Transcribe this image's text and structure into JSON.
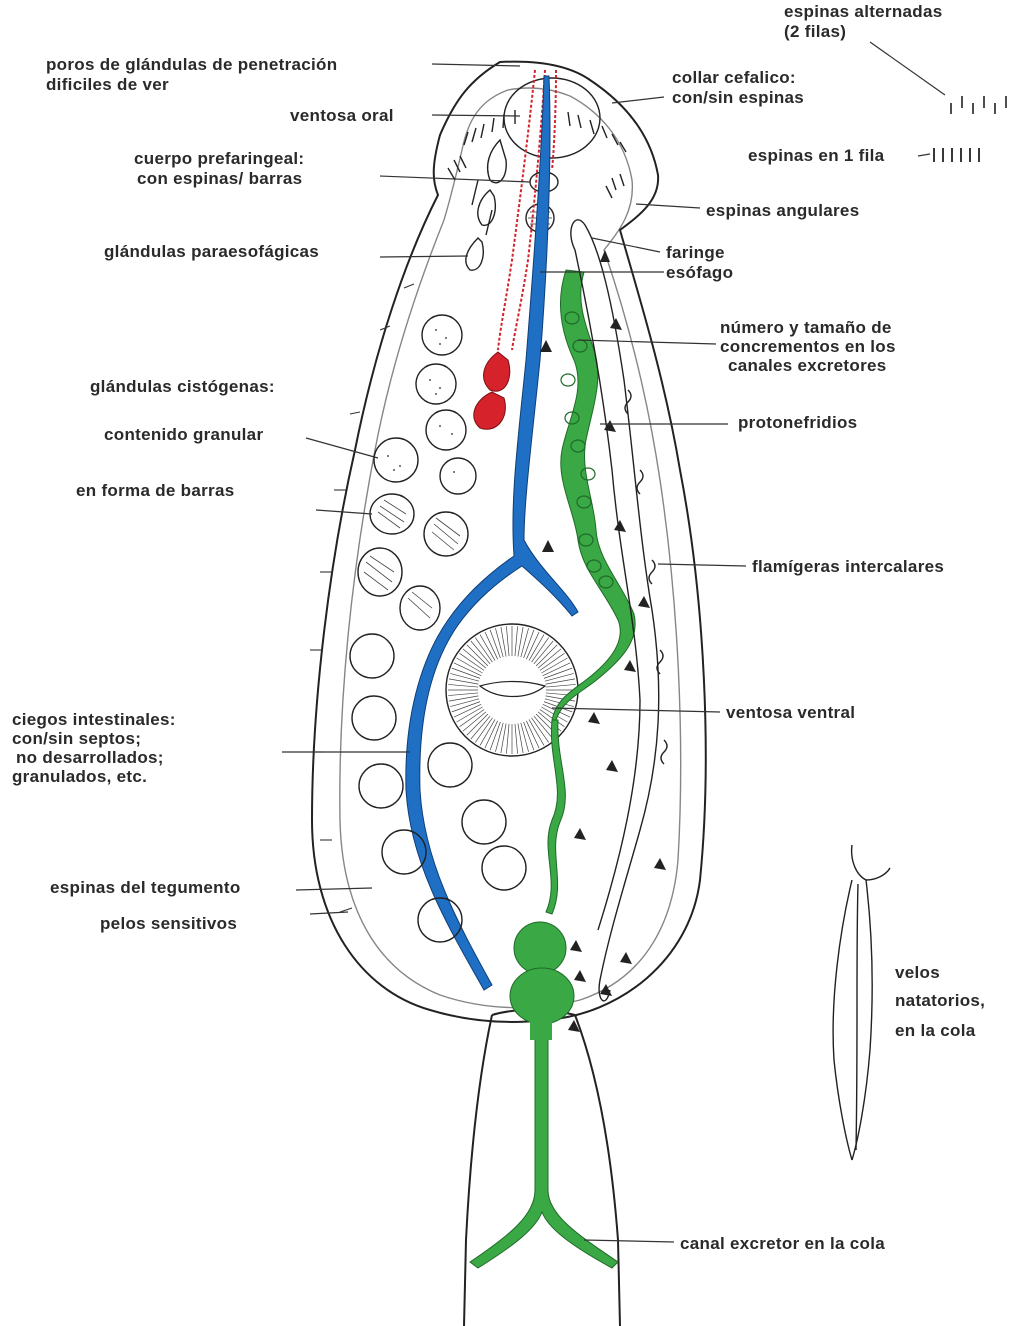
{
  "labels": {
    "poros_glandulas": "poros de glándulas de penetración",
    "poros_glandulas_2": "dificiles de ver",
    "ventosa_oral": "ventosa oral",
    "cuerpo_prefaringeal": "cuerpo prefaringeal:",
    "cuerpo_prefaringeal_2": "con espinas/ barras",
    "glandulas_paraesofagicas": "glándulas paraesofágicas",
    "glandulas_cistogenas": "glándulas cistógenas:",
    "contenido_granular": "contenido granular",
    "en_forma_de_barras": "en forma de barras",
    "ciegos_intestinales": "ciegos intestinales:",
    "ciegos_intestinales_2": "con/sin septos;",
    "ciegos_intestinales_3": "no desarrollados;",
    "ciegos_intestinales_4": "granulados, etc.",
    "espinas_tegumento": "espinas del tegumento",
    "pelos_sensitivos": "pelos sensitivos",
    "espinas_alternadas": "espinas alternadas",
    "espinas_alternadas_2": "(2 filas)",
    "collar_cefalico": "collar cefalico:",
    "collar_cefalico_2": "con/sin espinas",
    "espinas_1_fila": "espinas en 1 fila",
    "espinas_angulares": "espinas angulares",
    "faringe": "faringe",
    "esofago": "esófago",
    "concrementos": "número y tamaño de",
    "concrementos_2": "concrementos en los",
    "concrementos_3": "canales excretores",
    "protonefridios": "protonefridios",
    "flamigeras": "flamígeras intercalares",
    "ventosa_ventral": "ventosa ventral",
    "velos": "velos",
    "velos_2": "natatorios,",
    "velos_3": "en la cola",
    "canal_excretor_cola": "canal excretor en la cola"
  },
  "colors": {
    "intestine_blue": "#1f6fc4",
    "excretory_green": "#3aa845",
    "gland_red": "#d6232b",
    "outline": "#222222"
  }
}
